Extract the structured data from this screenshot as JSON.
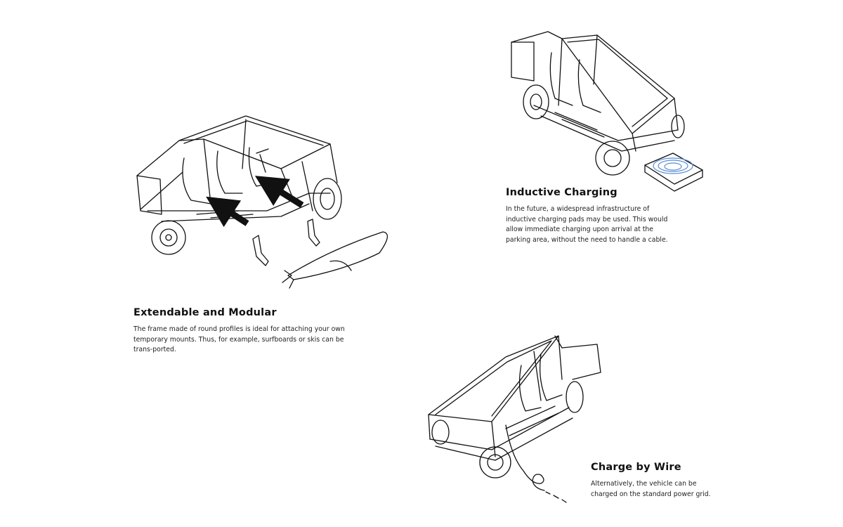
{
  "sections": {
    "extendable": {
      "title": "Extendable and Modular",
      "body": "The frame made of round profiles is ideal for attaching your own temporary mounts. Thus, for example, surfboards or skis can be trans-ported."
    },
    "inductive": {
      "title": "Inductive Charging",
      "body": "In the future, a widespread infrastructure of inductive charging pads may be used. This would allow immediate charging upon arrival at the parking area, without the need to handle a cable."
    },
    "wire": {
      "title": "Charge by Wire",
      "body": "Alternatively, the vehicle can be charged on the standard power grid."
    }
  },
  "colors": {
    "line": "#111111",
    "charging_ring": "#5a8fd6"
  }
}
